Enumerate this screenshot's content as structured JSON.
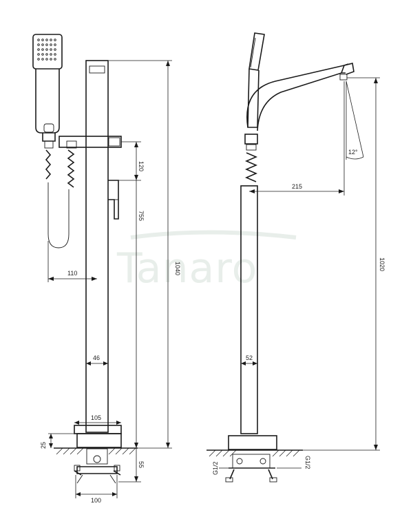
{
  "watermark": "Tanaro",
  "dimensions": {
    "left": {
      "height_total": "1040",
      "spout_offset": "120",
      "mixer_height": "755",
      "handshower_offset": "110",
      "column_width": "46",
      "base_width": "105",
      "base_height": "25",
      "floor_depth": "55",
      "bottom_width": "100"
    },
    "right": {
      "spout_reach": "215",
      "height_total": "1020",
      "column_width": "52",
      "spout_angle": "12°",
      "thread_left": "G1/2",
      "thread_right": "G1/2"
    }
  }
}
